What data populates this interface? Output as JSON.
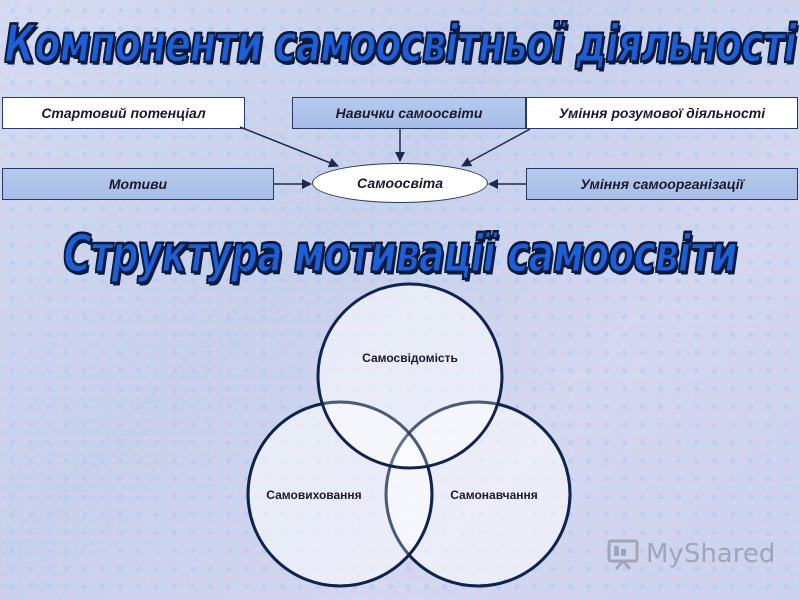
{
  "titles": {
    "components": "Компоненти самоосвітньої діяльності",
    "structure": "Структура мотивації самоосвіти"
  },
  "components": {
    "center": "Самоосвіта",
    "start_potential": "Стартовий потенціал",
    "self_education_skills": "Навички самоосвіти",
    "mental_activity_skills": "Уміння розумової діяльності",
    "motives": "Мотиви",
    "self_organization_skills": "Уміння самоорганізації"
  },
  "venn": {
    "top": "Самосвідомість",
    "left": "Самовиховання",
    "right": "Самонавчання"
  },
  "logo": {
    "text": "MyShared",
    "icon": "presentation-board-icon"
  },
  "colors": {
    "title_fill": "#1d5fd6",
    "box_fill": "#a6bde8",
    "border": "#253a66",
    "circle_stroke": "#0f2450"
  }
}
